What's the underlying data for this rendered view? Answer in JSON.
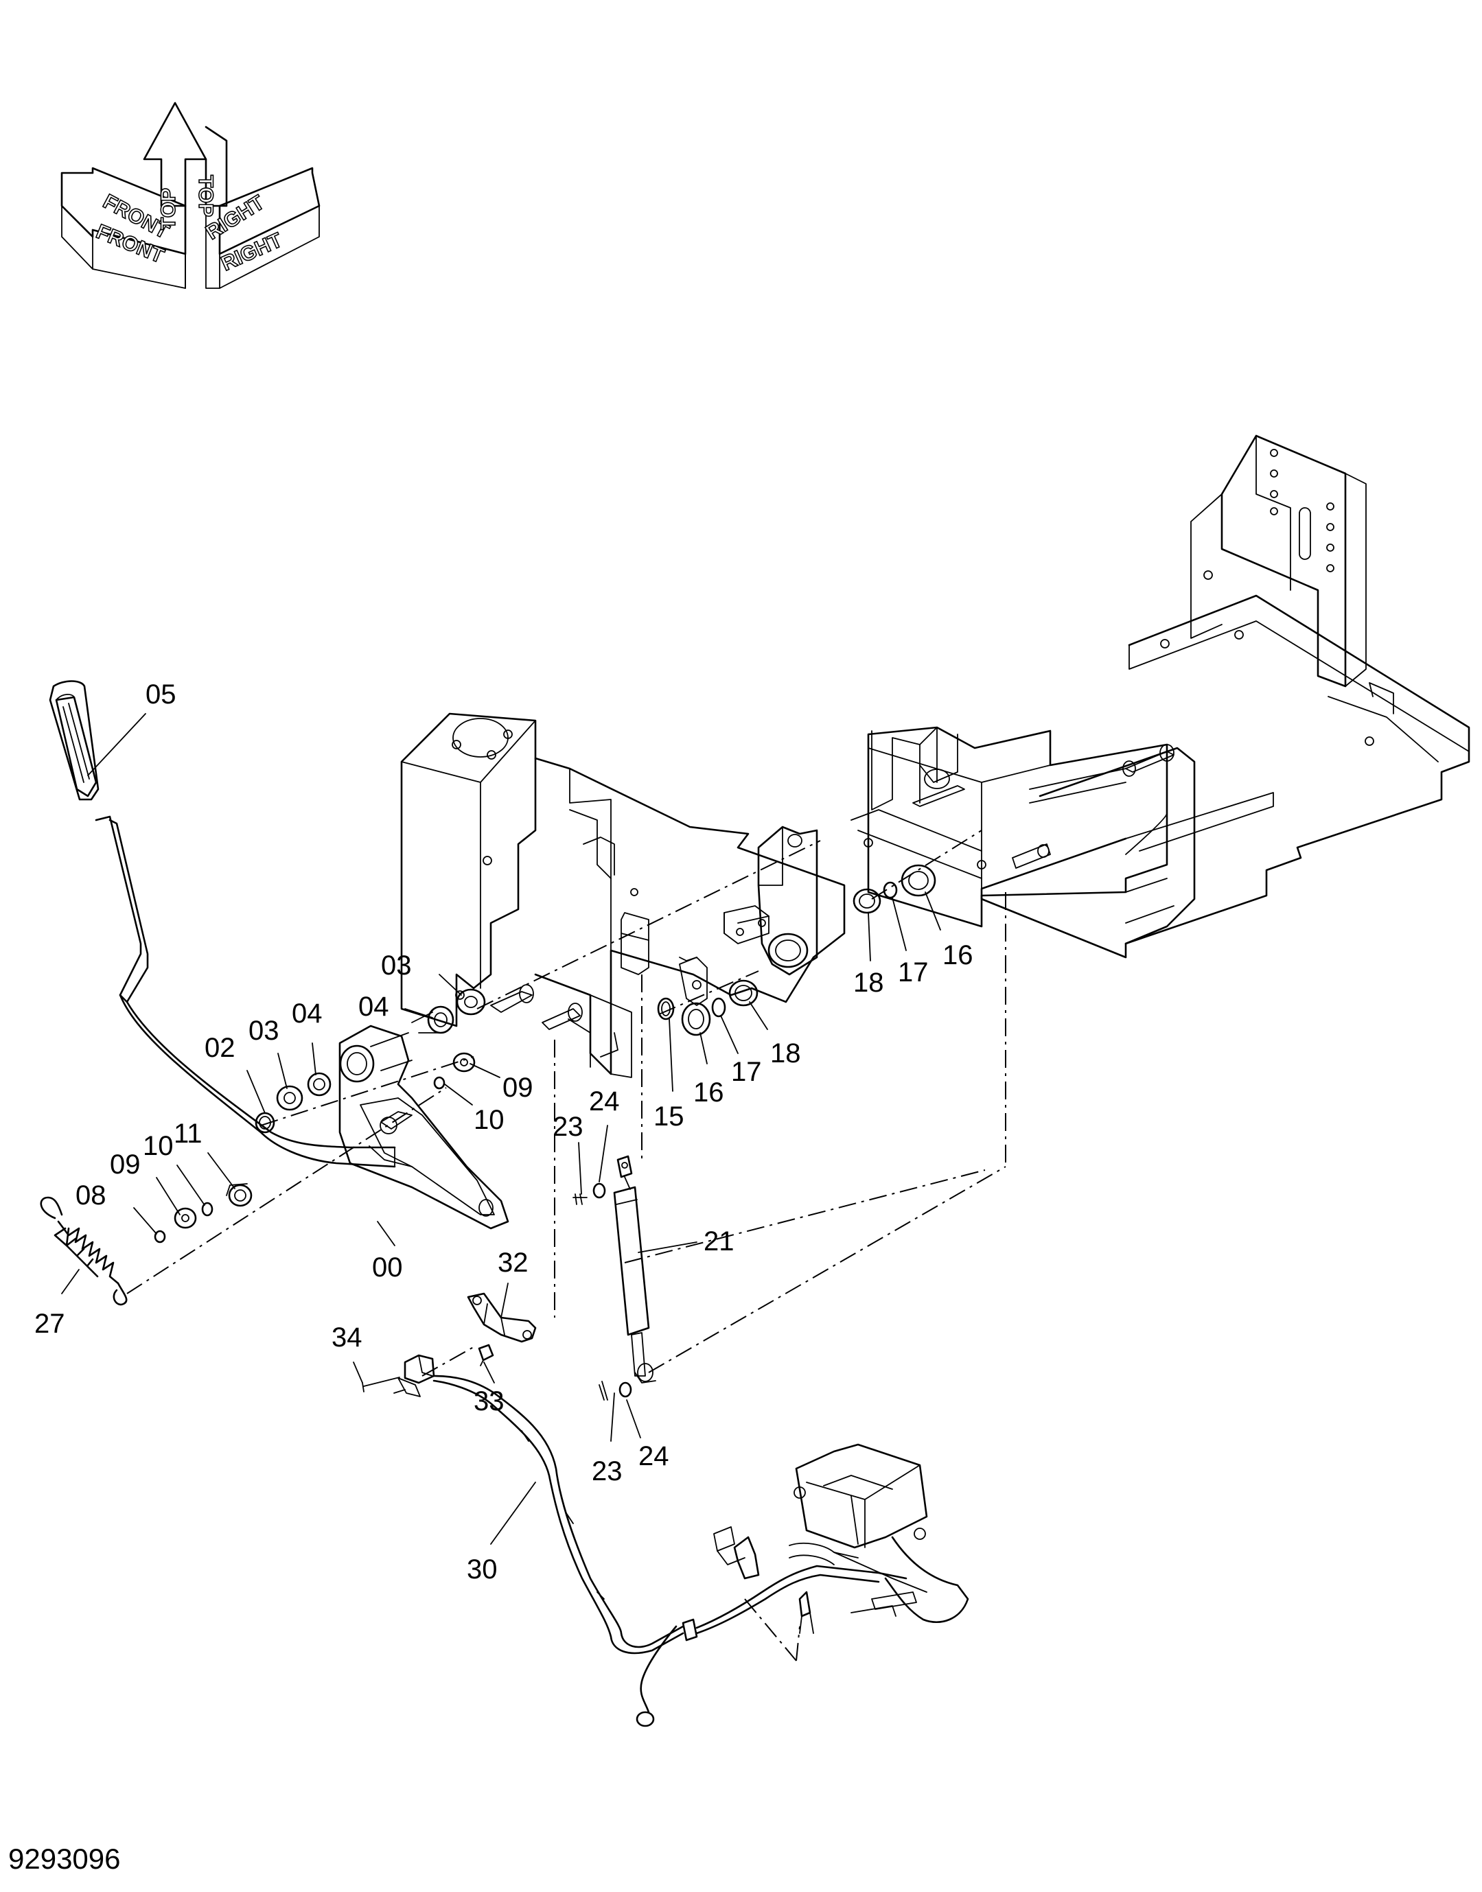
{
  "orientation": {
    "front": "FRONT",
    "top": "TOP",
    "right": "RIGHT"
  },
  "callouts": [
    {
      "id": "00",
      "label": "00"
    },
    {
      "id": "02",
      "label": "02"
    },
    {
      "id": "03a",
      "label": "03"
    },
    {
      "id": "03b",
      "label": "03"
    },
    {
      "id": "04a",
      "label": "04"
    },
    {
      "id": "04b",
      "label": "04"
    },
    {
      "id": "05",
      "label": "05"
    },
    {
      "id": "08",
      "label": "08"
    },
    {
      "id": "09a",
      "label": "09"
    },
    {
      "id": "09b",
      "label": "09"
    },
    {
      "id": "10a",
      "label": "10"
    },
    {
      "id": "10b",
      "label": "10"
    },
    {
      "id": "11",
      "label": "11"
    },
    {
      "id": "15",
      "label": "15"
    },
    {
      "id": "16a",
      "label": "16"
    },
    {
      "id": "16b",
      "label": "16"
    },
    {
      "id": "17a",
      "label": "17"
    },
    {
      "id": "17b",
      "label": "17"
    },
    {
      "id": "18a",
      "label": "18"
    },
    {
      "id": "18b",
      "label": "18"
    },
    {
      "id": "21",
      "label": "21"
    },
    {
      "id": "23a",
      "label": "23"
    },
    {
      "id": "23b",
      "label": "23"
    },
    {
      "id": "24a",
      "label": "24"
    },
    {
      "id": "24b",
      "label": "24"
    },
    {
      "id": "27",
      "label": "27"
    },
    {
      "id": "30",
      "label": "30"
    },
    {
      "id": "32",
      "label": "32"
    },
    {
      "id": "33",
      "label": "33"
    },
    {
      "id": "34",
      "label": "34"
    }
  ],
  "document_number": "9293096"
}
